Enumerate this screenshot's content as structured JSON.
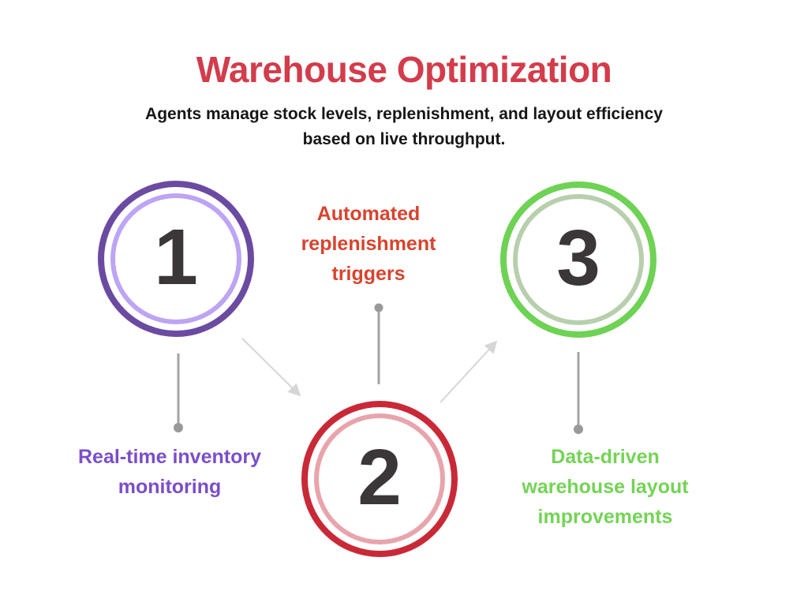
{
  "header": {
    "title": "Warehouse Optimization",
    "subtitle": "Agents manage stock levels, replenishment, and layout efficiency based on live throughput."
  },
  "steps": [
    {
      "number": "1",
      "label": "Real-time inventory monitoring",
      "colors": {
        "ring_outer": "#6b4aa2",
        "ring_inner": "#bda4f4",
        "label": "#7b4ec9"
      }
    },
    {
      "number": "2",
      "label": "Automated replenishment triggers",
      "colors": {
        "ring_outer": "#c92937",
        "ring_inner": "#e8a4ac",
        "label": "#d8432e"
      }
    },
    {
      "number": "3",
      "label": "Data-driven warehouse layout improvements",
      "colors": {
        "ring_outer": "#6ed254",
        "ring_inner": "#b7cfad",
        "label": "#74d356"
      }
    }
  ],
  "colors": {
    "background": "#ffffff",
    "title": "#d23c4b",
    "subtitle": "#161616",
    "number": "#3b3637",
    "connector_line": "#a3a3a3",
    "connector_dot": "#999999",
    "connector_arrow": "#d6d6d6"
  }
}
